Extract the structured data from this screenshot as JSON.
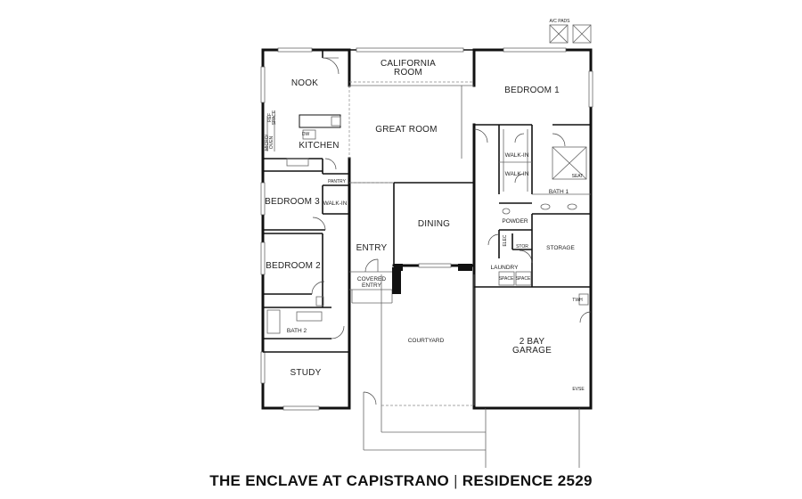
{
  "rooms": {
    "ac_pads": "A/C PADS",
    "nook": "NOOK",
    "california_room": [
      "CALIFORNIA",
      "ROOM"
    ],
    "bedroom_1": "BEDROOM 1",
    "kitchen": "KITCHEN",
    "great_room": "GREAT ROOM",
    "pantry": "PANTRY",
    "bedroom_3": "BEDROOM 3",
    "walk_in_left": "WALK-IN",
    "walk_in_upper": "WALK-IN",
    "walk_in_lower": "WALK-IN",
    "bath_1": "BATH 1",
    "seat": "SEAT",
    "dining": "DINING",
    "powder": "POWDER",
    "entry": "ENTRY",
    "storage": "STORAGE",
    "bedroom_2": "BEDROOM 2",
    "stor": "STOR",
    "laundry": "LAUNDRY",
    "covered_entry": [
      "COVERED",
      "ENTRY"
    ],
    "twh": "TWH",
    "bath_2": "BATH 2",
    "courtyard": "COURTYARD",
    "garage": [
      "2 BAY",
      "GARAGE"
    ],
    "study": "STUDY",
    "evse": "EVSE",
    "dw": "DW",
    "ref_space": [
      "REF",
      "SPACE"
    ],
    "micro_oven": [
      "MICRO/",
      "OVEN"
    ],
    "spac1": "SPACE",
    "spac2": "SPACE",
    "elec": "ELEC"
  },
  "footer": {
    "community": "THE ENCLAVE AT CAPISTRANO",
    "separator": "|",
    "residence": "RESIDENCE 2529"
  }
}
